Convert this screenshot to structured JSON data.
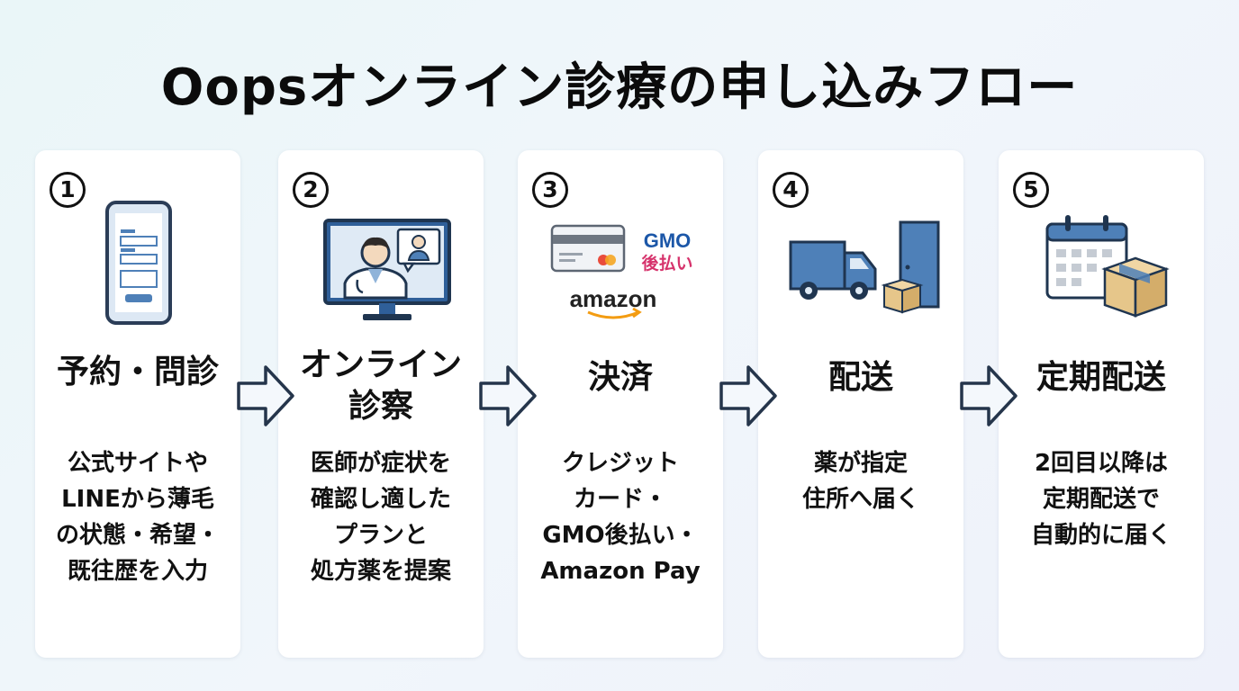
{
  "title": "Oopsオンライン診療の申し込みフロー",
  "steps": [
    {
      "number": "1",
      "title": "予約・問診",
      "description": "公式サイトや\nLINEから薄毛\nの状態・希望・\n既往歴を入力"
    },
    {
      "number": "2",
      "title": "オンライン\n診察",
      "description": "医師が症状を\n確認し適した\nプランと\n処方薬を提案"
    },
    {
      "number": "3",
      "title": "決済",
      "description": "クレジット\nカード・\nGMO後払い・\nAmazon Pay"
    },
    {
      "number": "4",
      "title": "配送",
      "description": "薬が指定\n住所へ届く"
    },
    {
      "number": "5",
      "title": "定期配送",
      "description": "2回目以降は\n定期配送で\n自動的に届く"
    }
  ],
  "logos": {
    "gmo": "GMO",
    "gmo_sub": "後払い",
    "amazon": "amazon"
  },
  "colors": {
    "accent_blue": "#4a7fb5",
    "icon_blue": "#4e80b8",
    "gmo_blue": "#1c57a8",
    "gmo_pink": "#d6336c",
    "box_tan": "#e6c68a"
  },
  "icons": [
    "smartphone-form-icon",
    "video-consultation-icon",
    "credit-card-icon",
    "delivery-truck-door-icon",
    "calendar-box-icon"
  ]
}
